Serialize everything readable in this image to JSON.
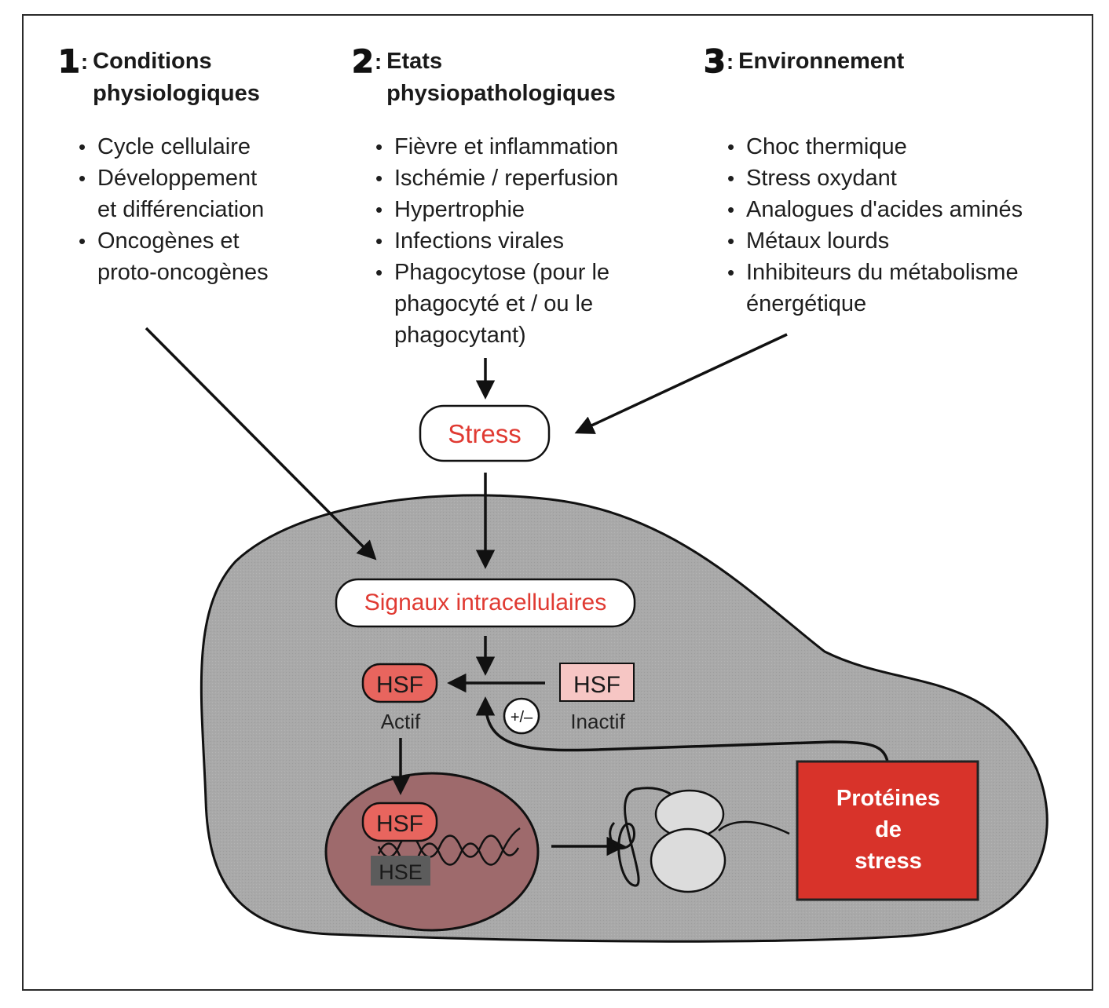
{
  "columns": [
    {
      "number": "1",
      "title_lines": [
        "Conditions",
        "physiologiques"
      ],
      "items": [
        [
          "Cycle cellulaire"
        ],
        [
          "Développement",
          "et différenciation"
        ],
        [
          "Oncogènes et",
          "proto-oncogènes"
        ]
      ]
    },
    {
      "number": "2",
      "title_lines": [
        "Etats",
        "physiopathologiques"
      ],
      "items": [
        [
          "Fièvre et inflammation"
        ],
        [
          "Ischémie / reperfusion"
        ],
        [
          "Hypertrophie"
        ],
        [
          "Infections virales"
        ],
        [
          "Phagocytose (pour le",
          "phagocyté et / ou le",
          "phagocytant)"
        ]
      ]
    },
    {
      "number": "3",
      "title_lines": [
        "Environnement"
      ],
      "items": [
        [
          "Choc thermique"
        ],
        [
          "Stress oxydant"
        ],
        [
          "Analogues d'acides aminés"
        ],
        [
          "Métaux lourds"
        ],
        [
          "Inhibiteurs du métabolisme",
          "énergétique"
        ]
      ]
    }
  ],
  "diagram": {
    "stress_label": "Stress",
    "signals_label": "Signaux intracellulaires",
    "hsf_active_label": "HSF",
    "hsf_active_state": "Actif",
    "hsf_inactive_label": "HSF",
    "hsf_inactive_state": "Inactif",
    "regulation_symbol": "+/–",
    "hsf_nucleus_label": "HSF",
    "hse_label": "HSE",
    "stress_proteins_lines": [
      "Protéines",
      "de",
      "stress"
    ]
  },
  "colors": {
    "accent_red": "#e03a32",
    "cell_gray": "#a9a9a9",
    "nucleus": "#9e6a6c",
    "hsf_active": "#e8655e",
    "hsf_inactive": "#f6c6c4",
    "hse_box": "#5c5c5c",
    "stress_proteins_box": "#d8332a",
    "ribosome": "#dcdcdc"
  }
}
